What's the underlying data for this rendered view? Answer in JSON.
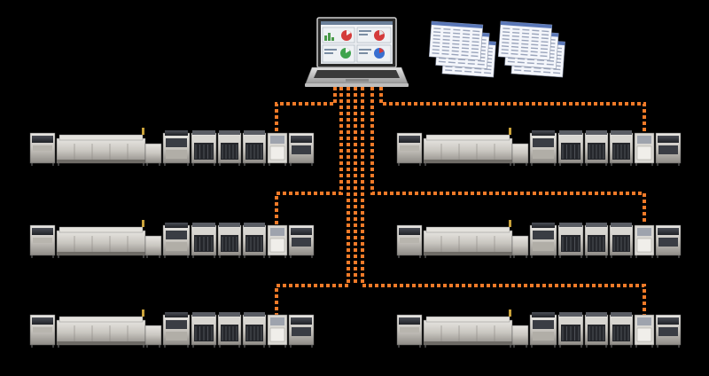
{
  "diagram": {
    "background": "#000000",
    "connector_color": "#f07a28",
    "host": {
      "device": "laptop",
      "screen_widgets": [
        "bar-chart",
        "pie-chart-red",
        "pie-chart-green",
        "pie-chart-blue"
      ]
    },
    "reports": {
      "stacks": 2,
      "sheets_per_stack": 3
    },
    "lines": [
      {
        "id": "line-1",
        "side": "left",
        "row": 1,
        "modules": 9
      },
      {
        "id": "line-2",
        "side": "left",
        "row": 2,
        "modules": 9
      },
      {
        "id": "line-3",
        "side": "left",
        "row": 3,
        "modules": 9
      },
      {
        "id": "line-4",
        "side": "right",
        "row": 1,
        "modules": 9
      },
      {
        "id": "line-5",
        "side": "right",
        "row": 2,
        "modules": 9
      },
      {
        "id": "line-6",
        "side": "right",
        "row": 3,
        "modules": 9
      }
    ]
  }
}
